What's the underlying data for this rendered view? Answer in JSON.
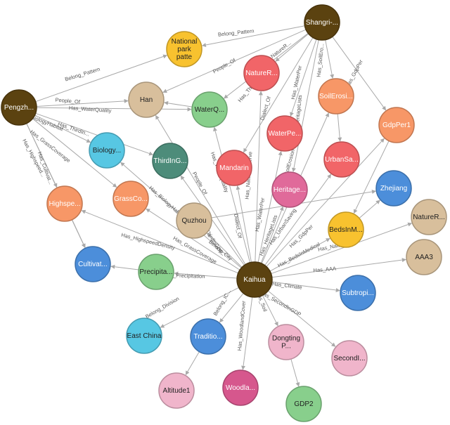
{
  "colors": {
    "brown_dark": "#5b4210",
    "yellow": "#f8c22f",
    "tan": "#d8bf9c",
    "red": "#f16568",
    "green": "#88cf8c",
    "orange": "#f79767",
    "teal": "#4d8c7a",
    "cyan": "#57c7e3",
    "pink": "#e06a9a",
    "blue": "#4c8eda",
    "magenta": "#d6578d",
    "light_pink": "#f0b5cb",
    "edge": "#a9a9a9"
  },
  "nodes": [
    {
      "id": "shangri",
      "label": "Shangri-...",
      "color": "brown_dark",
      "light": true
    },
    {
      "id": "pengzh",
      "label": "Pengzh...",
      "color": "brown_dark",
      "light": true
    },
    {
      "id": "kaihua",
      "label": "Kaihua",
      "color": "brown_dark",
      "light": true
    },
    {
      "id": "national",
      "label": "National park patte",
      "color": "yellow",
      "light": false
    },
    {
      "id": "han",
      "label": "Han",
      "color": "tan",
      "light": false
    },
    {
      "id": "naturer1",
      "label": "NatureR...",
      "color": "red",
      "light": true
    },
    {
      "id": "waterq",
      "label": "WaterQ...",
      "color": "green",
      "light": false
    },
    {
      "id": "soilerosi",
      "label": "SoilErosi...",
      "color": "orange",
      "light": true
    },
    {
      "id": "gdpper1",
      "label": "GdpPer1",
      "color": "orange",
      "light": true
    },
    {
      "id": "waterpe",
      "label": "WaterPe...",
      "color": "red",
      "light": true
    },
    {
      "id": "biology",
      "label": "Biology...",
      "color": "cyan",
      "light": false
    },
    {
      "id": "thirdin",
      "label": "ThirdInG...",
      "color": "teal",
      "light": true
    },
    {
      "id": "mandarin",
      "label": "Mandarin",
      "color": "red",
      "light": true
    },
    {
      "id": "urbansa",
      "label": "UrbanSa...",
      "color": "red",
      "light": true
    },
    {
      "id": "heritage",
      "label": "Heritage...",
      "color": "pink",
      "light": true
    },
    {
      "id": "zhejiang",
      "label": "Zhejiang",
      "color": "blue",
      "light": true
    },
    {
      "id": "highspe",
      "label": "Highspe...",
      "color": "orange",
      "light": true
    },
    {
      "id": "grassco",
      "label": "GrassCo...",
      "color": "orange",
      "light": true
    },
    {
      "id": "quzhou",
      "label": "Quzhou",
      "color": "tan",
      "light": false
    },
    {
      "id": "bedsinm",
      "label": "BedsInM...",
      "color": "yellow",
      "light": false
    },
    {
      "id": "naturer2",
      "label": "NatureR...",
      "color": "tan",
      "light": false
    },
    {
      "id": "aaa3",
      "label": "AAA3",
      "color": "tan",
      "light": false
    },
    {
      "id": "cultivat",
      "label": "Cultivat...",
      "color": "blue",
      "light": true
    },
    {
      "id": "precipita",
      "label": "Precipita...",
      "color": "green",
      "light": false
    },
    {
      "id": "subtropi",
      "label": "Subtropi...",
      "color": "blue",
      "light": true
    },
    {
      "id": "eastchina",
      "label": "East China",
      "color": "cyan",
      "light": false
    },
    {
      "id": "traditio",
      "label": "Traditio...",
      "color": "blue",
      "light": true
    },
    {
      "id": "dongting",
      "label": "Dongting P...",
      "color": "light_pink",
      "light": false
    },
    {
      "id": "secondi",
      "label": "SecondI...",
      "color": "light_pink",
      "light": false
    },
    {
      "id": "altitude1",
      "label": "Altitude1",
      "color": "light_pink",
      "light": false
    },
    {
      "id": "woodla",
      "label": "Woodla...",
      "color": "magenta",
      "light": true
    },
    {
      "id": "gdp2",
      "label": "GDP2",
      "color": "green",
      "light": false
    }
  ],
  "edges": [
    {
      "from": "shangri",
      "to": "national",
      "label": "Belong_Pattern"
    },
    {
      "from": "pengzh",
      "to": "national",
      "label": "Belong_Pattern"
    },
    {
      "from": "shangri",
      "to": "han",
      "label": "People_Of"
    },
    {
      "from": "shangri",
      "to": "naturer1",
      "label": "Has_NatureR..."
    },
    {
      "from": "shangri",
      "to": "waterpe",
      "label": "Has_WaterPer"
    },
    {
      "from": "shangri",
      "to": "soilerosi",
      "label": "Has_SoilEro..."
    },
    {
      "from": "shangri",
      "to": "gdpper1",
      "label": "Has_GdpPer"
    },
    {
      "from": "shangri",
      "to": "waterq",
      "label": "Has_ThirdIn..."
    },
    {
      "from": "shangri",
      "to": "mandarin",
      "label": "Dialect_Of"
    },
    {
      "from": "shangri",
      "to": "heritage",
      "label": "Has_HeritageLists"
    },
    {
      "from": "pengzh",
      "to": "han",
      "label": "People_Of"
    },
    {
      "from": "pengzh",
      "to": "waterq",
      "label": "Has_WaterQuality"
    },
    {
      "from": "pengzh",
      "to": "thirdin",
      "label": "Has_ThirdIn..."
    },
    {
      "from": "pengzh",
      "to": "biology",
      "label": "Has_BiologyHabitat"
    },
    {
      "from": "pengzh",
      "to": "grassco",
      "label": "Has_GrassCoverage"
    },
    {
      "from": "pengzh",
      "to": "highspe",
      "label": "Has_Highspeed..."
    },
    {
      "from": "pengzh",
      "to": "cultivat",
      "label": "Has_Cultivat..."
    },
    {
      "from": "kaihua",
      "to": "han",
      "label": "People_Of"
    },
    {
      "from": "kaihua",
      "to": "waterq",
      "label": "Has_WaterQuality"
    },
    {
      "from": "kaihua",
      "to": "naturer1",
      "label": "Has_NatureReserve"
    },
    {
      "from": "kaihua",
      "to": "mandarin",
      "label": "Dialect_Of"
    },
    {
      "from": "kaihua",
      "to": "waterpe",
      "label": "Has_WaterPer"
    },
    {
      "from": "kaihua",
      "to": "heritage",
      "label": "Has_HeritageLists"
    },
    {
      "from": "kaihua",
      "to": "urbansa",
      "label": "Has_UrbanSaving"
    },
    {
      "from": "kaihua",
      "to": "gdpper1",
      "label": "Has_GdpPer"
    },
    {
      "from": "kaihua",
      "to": "soilerosi",
      "label": "Has_SoilErosion"
    },
    {
      "from": "kaihua",
      "to": "thirdin",
      "label": "Has_ThirdInGDP"
    },
    {
      "from": "kaihua",
      "to": "biology",
      "label": "Has_BiologyHabitat"
    },
    {
      "from": "kaihua",
      "to": "quzhou",
      "label": "Belong_City"
    },
    {
      "from": "kaihua",
      "to": "grassco",
      "label": "Has_GrassCoverage"
    },
    {
      "from": "kaihua",
      "to": "highspe",
      "label": "Has_HighspeedDensity"
    },
    {
      "from": "kaihua",
      "to": "bedsinm",
      "label": "Has_BedsInMedical"
    },
    {
      "from": "kaihua",
      "to": "naturer2",
      "label": "Has_NatureRe..."
    },
    {
      "from": "kaihua",
      "to": "aaa3",
      "label": "Has_AAA"
    },
    {
      "from": "kaihua",
      "to": "precipita",
      "label": "Has_Precipitation"
    },
    {
      "from": "kaihua",
      "to": "subtropi",
      "label": "Has_Climate"
    },
    {
      "from": "kaihua",
      "to": "eastchina",
      "label": "Belong_Division"
    },
    {
      "from": "kaihua",
      "to": "traditio",
      "label": "Belong_IC..."
    },
    {
      "from": "kaihua",
      "to": "woodla",
      "label": "Has_WoodlandCover"
    },
    {
      "from": "kaihua",
      "to": "dongting",
      "label": "Has_Soil"
    },
    {
      "from": "kaihua",
      "to": "secondi",
      "label": "Has_SecondInGDP"
    },
    {
      "from": "quzhou",
      "to": "zhejiang",
      "label": ""
    },
    {
      "from": "bedsinm",
      "to": "zhejiang",
      "label": ""
    },
    {
      "from": "traditio",
      "to": "altitude1",
      "label": ""
    },
    {
      "from": "dongting",
      "to": "gdp2",
      "label": ""
    },
    {
      "from": "precipita",
      "to": "cultivat",
      "label": ""
    },
    {
      "from": "highspe",
      "to": "cultivat",
      "label": ""
    },
    {
      "from": "waterq",
      "to": "han",
      "label": ""
    },
    {
      "from": "soilerosi",
      "to": "urbansa",
      "label": ""
    },
    {
      "from": "gdpper1",
      "to": "bedsinm",
      "label": ""
    }
  ]
}
